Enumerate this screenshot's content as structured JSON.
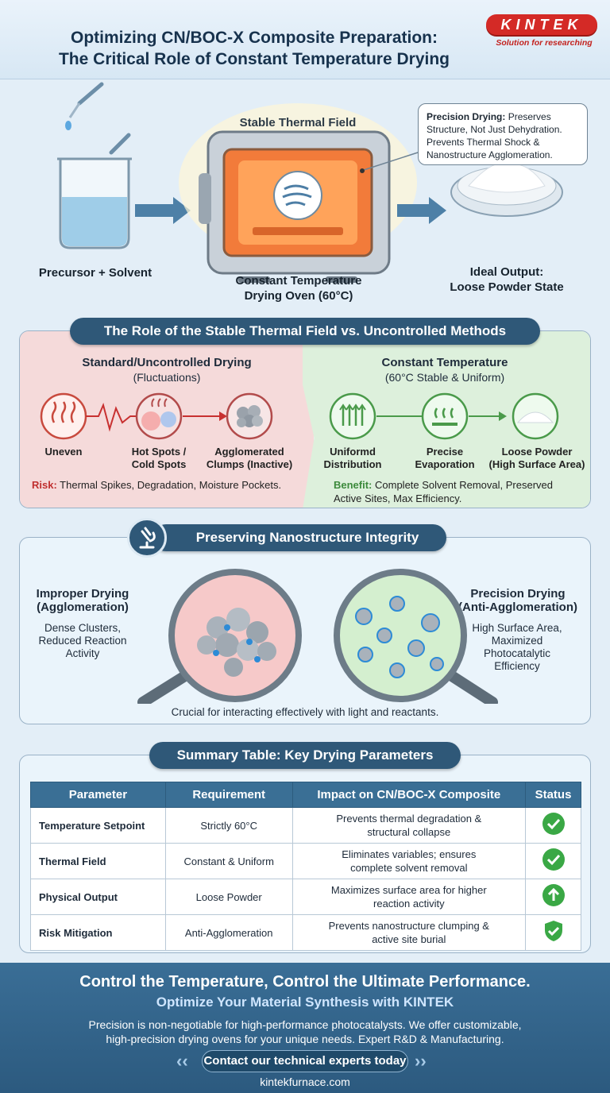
{
  "header": {
    "title_line1": "Optimizing CN/BOC-X Composite Preparation:",
    "title_line2": "The Critical Role of Constant Temperature Drying",
    "logo": "KINTEK",
    "tagline": "Solution for researching"
  },
  "process": {
    "precursor_label": "Precursor + Solvent",
    "oven_caption": "Stable Thermal Field",
    "oven_label_line1": "Constant Temperature",
    "oven_label_line2": "Drying Oven (60°C)",
    "output_label_line1": "Ideal Output:",
    "output_label_line2": "Loose Powder State",
    "callout_bold": "Precision Drying:",
    "callout_rest1": " Preserves",
    "callout_line2": "Structure, Not Just Dehydration.",
    "callout_line3": "Prevents Thermal Shock &",
    "callout_line4": "Nanostructure Agglomeration."
  },
  "comparison": {
    "title": "The Role of the Stable Thermal Field vs. Uncontrolled Methods",
    "left": {
      "heading": "Standard/Uncontrolled Drying",
      "sub": "(Fluctuations)",
      "icons": [
        {
          "line1": "Uneven",
          "line2": ""
        },
        {
          "line1": "Hot Spots /",
          "line2": "Cold Spots"
        },
        {
          "line1": "Agglomerated",
          "line2": "Clumps (Inactive)"
        }
      ],
      "note_label": "Risk:",
      "note_text": " Thermal Spikes, Degradation, Moisture Pockets."
    },
    "right": {
      "heading": "Constant Temperature",
      "sub": "(60°C Stable & Uniform)",
      "icons": [
        {
          "line1": "Uniformd",
          "line2": "Distribution"
        },
        {
          "line1": "Precise",
          "line2": "Evaporation"
        },
        {
          "line1": "Loose Powder",
          "line2": "(High Surface Area)"
        }
      ],
      "note_label": "Benefit:",
      "note_text1": " Complete Solvent Removal, Preserved",
      "note_text2": "Active Sites, Max Efficiency."
    }
  },
  "nano": {
    "title": "Preserving Nanostructure Integrity",
    "left_h1": "Improper Drying",
    "left_h2": "(Agglomeration)",
    "left_d1": "Dense Clusters,",
    "left_d2": "Reduced Reaction",
    "left_d3": "Activity",
    "right_h1": "Precision Drying",
    "right_h2": "(Anti-Agglomeration)",
    "right_d1": "High Surface Area,",
    "right_d2": "Maximized",
    "right_d3": "Photocatalytic",
    "right_d4": "Efficiency",
    "caption": "Crucial for interacting effectively with light and reactants."
  },
  "summary": {
    "title": "Summary Table: Key Drying Parameters",
    "headers": [
      "Parameter",
      "Requirement",
      "Impact on CN/BOC-X Composite",
      "Status"
    ],
    "rows": [
      {
        "param": "Temperature Setpoint",
        "req": "Strictly 60°C",
        "impact1": "Prevents thermal degradation &",
        "impact2": "structural collapse",
        "status": "check-icon"
      },
      {
        "param": "Thermal Field",
        "req": "Constant & Uniform",
        "impact1": "Eliminates variables; ensures",
        "impact2": "complete solvent removal",
        "status": "check-icon"
      },
      {
        "param": "Physical Output",
        "req": "Loose Powder",
        "impact1": "Maximizes surface area for higher",
        "impact2": "reaction activity",
        "status": "up-arrow-icon"
      },
      {
        "param": "Risk Mitigation",
        "req": "Anti-Agglomeration",
        "impact1": "Prevents nanostructure clumping &",
        "impact2": "active site burial",
        "status": "shield-check-icon"
      }
    ]
  },
  "footer": {
    "line1": "Control the Temperature, Control the Ultimate Performance.",
    "line2": "Optimize Your Material Synthesis with KINTEK",
    "desc1": "Precision is non-negotiable for high-performance photocatalysts. We offer customizable,",
    "desc2": "high-precision drying ovens for your unique needs. Expert R&D & Manufacturing.",
    "cta": "Contact our technical experts today",
    "url": "kintekfurnace.com"
  },
  "colors": {
    "accent": "#2f5878",
    "risk": "#c03030",
    "benefit": "#3c8a3c",
    "brand": "#d42a26"
  }
}
